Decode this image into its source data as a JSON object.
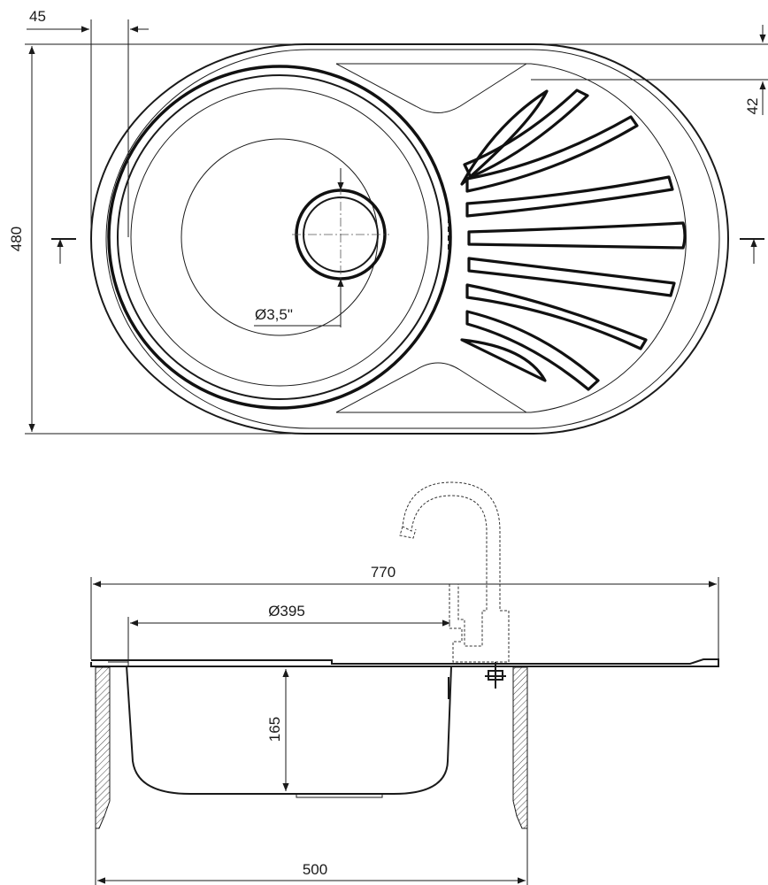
{
  "top_view": {
    "dims": {
      "overall_height": "480",
      "rim_offset": "45",
      "drainer_offset": "42",
      "waste_diameter": "Ø3,5\""
    }
  },
  "side_view": {
    "dims": {
      "overall_length": "770",
      "bowl_diameter": "Ø395",
      "bowl_depth": "165",
      "cabinet_width": "500"
    }
  }
}
